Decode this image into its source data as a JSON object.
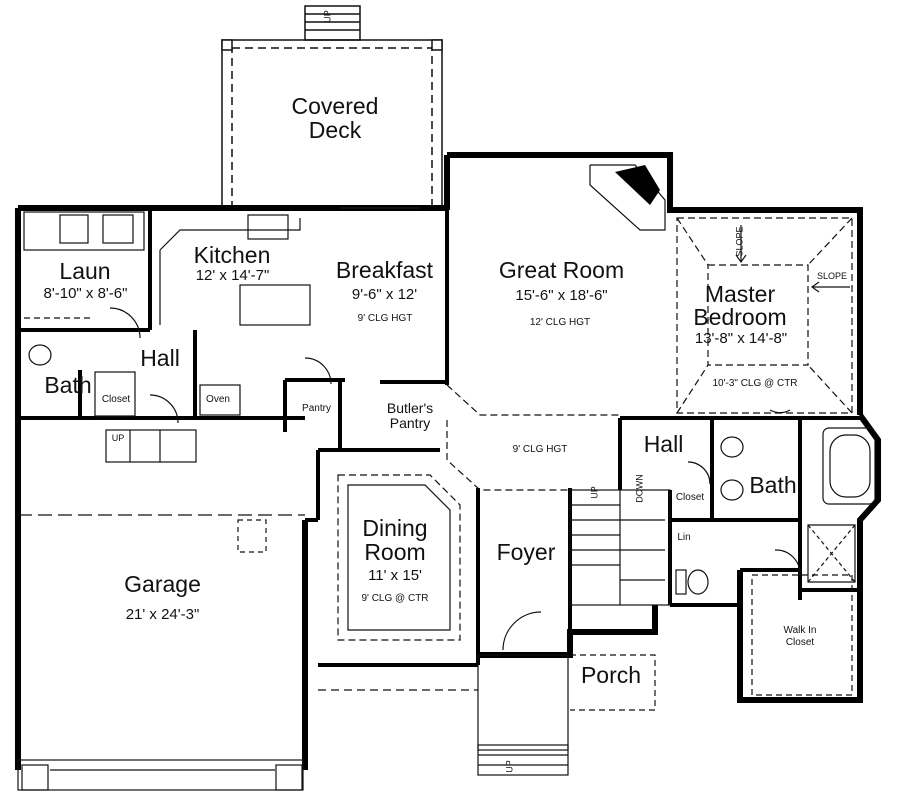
{
  "rooms": {
    "covered_deck": "Covered\nDeck",
    "kitchen": {
      "name": "Kitchen",
      "dim": "12' x 14'-7\""
    },
    "breakfast": {
      "name": "Breakfast",
      "dim": "9'-6\" x 12'",
      "clg": "9' CLG HGT"
    },
    "great_room": {
      "name": "Great Room",
      "dim": "15'-6\" x 18'-6\"",
      "clg": "12' CLG HGT"
    },
    "master_bedroom": {
      "name": "Master\nBedroom",
      "dim": "13'-8\" x 14'-8\"",
      "clg": "10'-3\" CLG @ CTR"
    },
    "laun": {
      "name": "Laun",
      "dim": "8'-10\" x 8'-6\""
    },
    "hall_left": "Hall",
    "bath_left": "Bath",
    "closet_left": "Closet",
    "oven": "Oven",
    "pantry": "Pantry",
    "butlers_pantry": "Butler's\nPantry",
    "center_clg": "9' CLG HGT",
    "hall_right": "Hall",
    "closet_right": "Closet",
    "bath_right": "Bath",
    "lin": "Lin",
    "walk_in_closet": "Walk In\nCloset",
    "garage": {
      "name": "Garage",
      "dim": "21' x 24'-3\""
    },
    "dining_room": {
      "name": "Dining\nRoom",
      "dim": "11' x 15'",
      "clg": "9' CLG @ CTR"
    },
    "foyer": "Foyer",
    "porch": "Porch"
  },
  "annotations": {
    "up_deck": "UP",
    "up_garage": "UP",
    "up_stair": "UP",
    "down_stair": "DOWN",
    "up_porch": "UP",
    "slope_top": "SLOPE",
    "slope_right": "SLOPE"
  }
}
